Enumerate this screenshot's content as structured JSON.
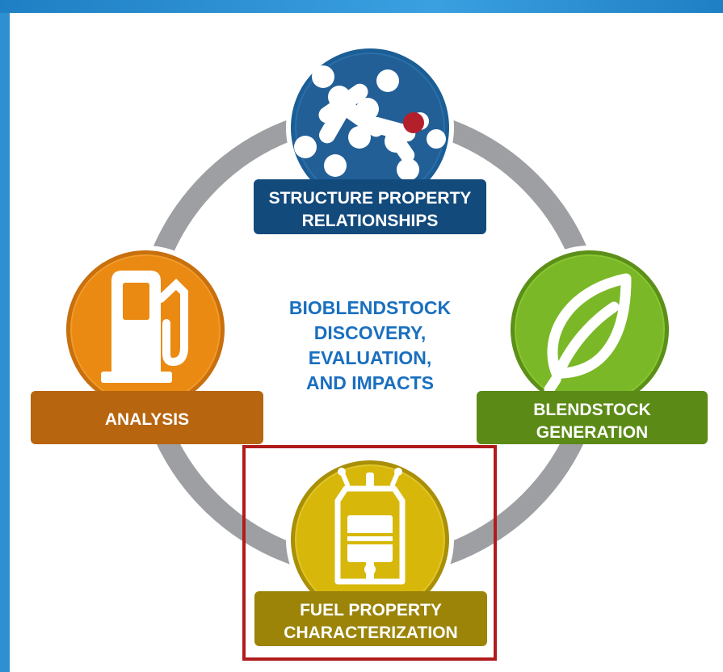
{
  "center": {
    "lines": [
      "BIOBLENDSTOCK",
      "DISCOVERY,",
      "EVALUATION,",
      "AND IMPACTS"
    ]
  },
  "nodes": {
    "structure": {
      "label_lines": [
        "STRUCTURE PROPERTY",
        "RELATIONSHIPS"
      ],
      "icon": "molecule-icon",
      "color": "#1b5e96"
    },
    "blendstock": {
      "label_lines": [
        "BLENDSTOCK",
        "GENERATION"
      ],
      "icon": "leaf-icon",
      "color": "#6a9a1f"
    },
    "fuel": {
      "label_lines": [
        "FUEL PROPERTY",
        "CHARACTERIZATION"
      ],
      "icon": "engine-piston-icon",
      "color": "#c8ad08"
    },
    "analysis": {
      "label_lines": [
        "ANALYSIS"
      ],
      "icon": "fuel-pump-icon",
      "color": "#de7f10"
    }
  },
  "colors": {
    "ring": "#9d9fa2",
    "highlight": "#b01c1c",
    "background": "#2e8fd1"
  }
}
